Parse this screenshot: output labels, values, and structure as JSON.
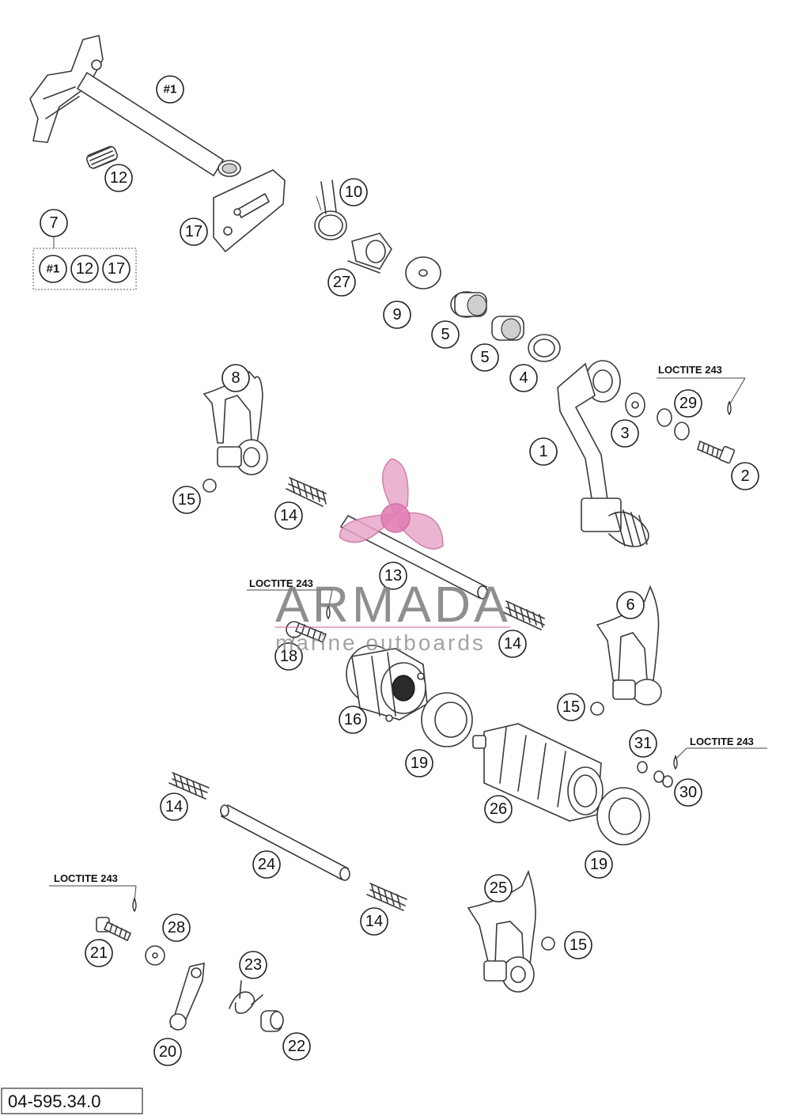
{
  "diagram_id": "04-595.34.0",
  "callouts": [
    "#1",
    "12",
    "10",
    "17",
    "7",
    "#1",
    "12",
    "17",
    "27",
    "9",
    "5",
    "5",
    "4",
    "8",
    "1",
    "3",
    "29",
    "2",
    "15",
    "14",
    "13",
    "6",
    "18",
    "16",
    "14",
    "15",
    "31",
    "30",
    "19",
    "26",
    "19",
    "14",
    "24",
    "14",
    "25",
    "15",
    "21",
    "28",
    "23",
    "20",
    "22"
  ],
  "loctite_labels": [
    "LOCTITE 243",
    "LOCTITE 243",
    "LOCTITE 243",
    "LOCTITE 243"
  ],
  "watermark": {
    "brand": "ARMADA",
    "subtitle": "marine outboards"
  },
  "colors": {
    "line": "#3a3a3a",
    "watermark_pink": "#e8a7c8",
    "watermark_gray": "#7c7c7c"
  }
}
